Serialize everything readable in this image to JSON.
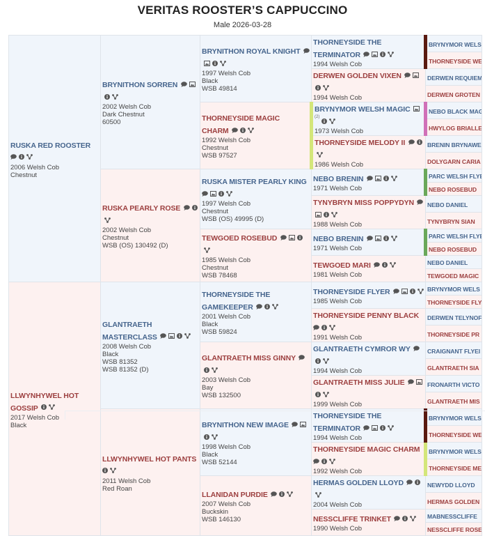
{
  "header": {
    "title": "VERITAS ROOSTER’S CAPPUCCINO",
    "subtitle": "Male 2026-03-28"
  },
  "colors": {
    "male_bg": "#f0f5fb",
    "female_bg": "#fdf1f0",
    "male_name": "#46658d",
    "female_name": "#9c3f3f"
  },
  "gen1": [
    {
      "name": "RUSKA RED ROOSTER",
      "sex": "m",
      "icons": [
        "comment",
        "info",
        "tree"
      ],
      "lines": [
        "2006 Welsh Cob",
        "Chestnut"
      ]
    },
    {
      "name": "LLWYNHYWEL HOT GOSSIP",
      "sex": "f",
      "icons": [
        "info",
        "tree"
      ],
      "lines": [
        "2017 Welsh Cob",
        "Black"
      ]
    }
  ],
  "gen2": [
    {
      "name": "BRYNITHON SORREN",
      "sex": "m",
      "icons": [
        "comment",
        "image",
        "info",
        "tree"
      ],
      "lines": [
        "2002 Welsh Cob",
        "Dark Chestnut",
        "60500"
      ]
    },
    {
      "name": "RUSKA PEARLY ROSE",
      "sex": "f",
      "icons": [
        "comment",
        "info",
        "tree"
      ],
      "lines": [
        "2002 Welsh Cob",
        "Chestnut",
        "WSB (OS) 130492 (D)"
      ]
    },
    {
      "name": "GLANTRAETH MASTERCLASS",
      "sex": "m",
      "icons": [
        "comment",
        "image",
        "info",
        "tree"
      ],
      "lines": [
        "2008 Welsh Cob",
        "Black",
        "WSB 81352",
        "WSB 81352 (D)"
      ]
    },
    {
      "name": "LLWYNHYWEL HOT PANTS",
      "sex": "f",
      "icons": [
        "info",
        "tree"
      ],
      "lines": [
        "2011 Welsh Cob",
        "Red Roan"
      ]
    }
  ],
  "gen3": [
    {
      "name": "BRYNITHON ROYAL KNIGHT",
      "sex": "m",
      "icons": [
        "comment",
        "image",
        "info",
        "tree"
      ],
      "lines": [
        "1997 Welsh Cob",
        "Black",
        "WSB 49814"
      ]
    },
    {
      "name": "THORNEYSIDE MAGIC CHARM",
      "sex": "f",
      "icons": [
        "comment",
        "info",
        "tree"
      ],
      "lines": [
        "1992 Welsh Cob",
        "Chestnut",
        "WSB 97527"
      ],
      "stripe": "#d4e67a"
    },
    {
      "name": "RUSKA MISTER PEARLY KING",
      "sex": "m",
      "icons": [
        "comment",
        "image",
        "info",
        "tree"
      ],
      "lines": [
        "1997 Welsh Cob",
        "Chestnut",
        "WSB (OS) 49995 (D)"
      ]
    },
    {
      "name": "TEWGOED ROSEBUD",
      "sex": "f",
      "icons": [
        "comment",
        "image",
        "info",
        "tree"
      ],
      "lines": [
        "1985 Welsh Cob",
        "Chestnut",
        "WSB 78468"
      ]
    },
    {
      "name": "THORNEYSIDE THE GAMEKEEPER",
      "sex": "m",
      "icons": [
        "comment",
        "info",
        "tree"
      ],
      "lines": [
        "2001 Welsh Cob",
        "Black",
        "WSB 59824"
      ]
    },
    {
      "name": "GLANTRAETH MISS GINNY",
      "sex": "f",
      "icons": [
        "comment",
        "info",
        "tree"
      ],
      "lines": [
        "2003 Welsh Cob",
        "Bay",
        "WSB 132500"
      ]
    },
    {
      "name": "BRYNITHON NEW IMAGE",
      "sex": "m",
      "icons": [
        "comment",
        "image",
        "info",
        "tree"
      ],
      "lines": [
        "1998 Welsh Cob",
        "Black",
        "WSB 52144"
      ]
    },
    {
      "name": "LLANIDAN PURDIE",
      "sex": "f",
      "icons": [
        "comment",
        "info",
        "tree"
      ],
      "lines": [
        "2007 Welsh Cob",
        "Buckskin",
        "WSB 146130"
      ]
    }
  ],
  "gen4": [
    {
      "name": "THORNEYSIDE THE TERMINATOR",
      "sex": "m",
      "icons": [
        "comment",
        "image",
        "info",
        "tree"
      ],
      "lines": [
        "1994 Welsh Cob"
      ],
      "stripe": "#5a1a10"
    },
    {
      "name": "DERWEN GOLDEN VIXEN",
      "sex": "f",
      "icons": [
        "comment",
        "image",
        "info",
        "tree"
      ],
      "lines": [
        "1994 Welsh Cob"
      ]
    },
    {
      "name": "BRYNYMOR WELSH MAGIC",
      "sex": "m",
      "icons": [
        "image",
        "info",
        "tree"
      ],
      "image_count": "(2)",
      "lines": [
        "1973 Welsh Cob"
      ],
      "stripe": "#d070b8"
    },
    {
      "name": "THORNEYSIDE MELODY II",
      "sex": "f",
      "icons": [
        "comment",
        "info",
        "tree"
      ],
      "lines": [
        "1986 Welsh Cob"
      ]
    },
    {
      "name": "NEBO BRENIN",
      "sex": "m",
      "icons": [
        "comment",
        "image",
        "info",
        "tree"
      ],
      "lines": [
        "1971 Welsh Cob"
      ],
      "stripe": "#6aa85a"
    },
    {
      "name": "TYNYBRYN MISS POPPYDYN",
      "sex": "f",
      "icons": [
        "comment",
        "image",
        "info",
        "tree"
      ],
      "lines": [
        "1988 Welsh Cob"
      ]
    },
    {
      "name": "NEBO BRENIN",
      "sex": "m",
      "icons": [
        "comment",
        "image",
        "info",
        "tree"
      ],
      "lines": [
        "1971 Welsh Cob"
      ],
      "stripe": "#6aa85a"
    },
    {
      "name": "TEWGOED MARI",
      "sex": "f",
      "icons": [
        "comment",
        "info",
        "tree"
      ],
      "lines": [
        "1981 Welsh Cob"
      ]
    },
    {
      "name": "THORNEYSIDE FLYER",
      "sex": "m",
      "icons": [
        "comment",
        "image",
        "info",
        "tree"
      ],
      "lines": [
        "1985 Welsh Cob"
      ]
    },
    {
      "name": "THORNEYSIDE PENNY BLACK",
      "sex": "f",
      "icons": [
        "comment",
        "info",
        "tree"
      ],
      "lines": [
        "1991 Welsh Cob"
      ]
    },
    {
      "name": "GLANTRAETH CYMROR WY",
      "sex": "m",
      "icons": [
        "comment",
        "info",
        "tree"
      ],
      "lines": [
        "1994 Welsh Cob"
      ]
    },
    {
      "name": "GLANTRAETH MISS JULIE",
      "sex": "f",
      "icons": [
        "comment",
        "image",
        "info",
        "tree"
      ],
      "lines": [
        "1999 Welsh Cob"
      ]
    },
    {
      "name": "THORNEYSIDE THE TERMINATOR",
      "sex": "m",
      "icons": [
        "comment",
        "image",
        "info",
        "tree"
      ],
      "lines": [
        "1994 Welsh Cob"
      ],
      "stripe": "#5a1a10"
    },
    {
      "name": "THORNEYSIDE MAGIC CHARM",
      "sex": "f",
      "icons": [
        "comment",
        "info",
        "tree"
      ],
      "lines": [
        "1992 Welsh Cob"
      ],
      "stripe": "#d4e67a"
    },
    {
      "name": "HERMAS GOLDEN LLOYD",
      "sex": "m",
      "icons": [
        "comment",
        "info",
        "tree"
      ],
      "lines": [
        "2004 Welsh Cob"
      ]
    },
    {
      "name": "NESSCLIFFE TRINKET",
      "sex": "f",
      "icons": [
        "comment",
        "info",
        "tree"
      ],
      "lines": [
        "1990 Welsh Cob"
      ]
    }
  ],
  "gen5": [
    {
      "name": "BRYNYMOR WELS",
      "sex": "m"
    },
    {
      "name": "THORNEYSIDE WE",
      "sex": "f"
    },
    {
      "name": "DERWEN REQUIEM",
      "sex": "m"
    },
    {
      "name": "DERWEN GROTEN",
      "sex": "f"
    },
    {
      "name": "NEBO BLACK MAG",
      "sex": "m"
    },
    {
      "name": "HWYLOG BRIALLE",
      "sex": "f"
    },
    {
      "name": "BRENIN BRYNAWE",
      "sex": "m"
    },
    {
      "name": "DOLYGARN CARIA",
      "sex": "f"
    },
    {
      "name": "PARC WELSH FLYE",
      "sex": "m"
    },
    {
      "name": "NEBO ROSEBUD",
      "sex": "f"
    },
    {
      "name": "NEBO DANIEL",
      "sex": "m"
    },
    {
      "name": "TYNYBRYN SIAN",
      "sex": "f"
    },
    {
      "name": "PARC WELSH FLYE",
      "sex": "m"
    },
    {
      "name": "NEBO ROSEBUD",
      "sex": "f"
    },
    {
      "name": "NEBO DANIEL",
      "sex": "m"
    },
    {
      "name": "TEWGOED MAGIC",
      "sex": "f"
    },
    {
      "name": "BRYNYMOR WELS",
      "sex": "m"
    },
    {
      "name": "THORNEYSIDE FLY",
      "sex": "f"
    },
    {
      "name": "DERWEN TELYNOF",
      "sex": "m"
    },
    {
      "name": "THORNEYSIDE PR",
      "sex": "f"
    },
    {
      "name": "CRAIGNANT FLYEI",
      "sex": "m"
    },
    {
      "name": "GLANTRAETH SIA",
      "sex": "f"
    },
    {
      "name": "FRONARTH VICTO",
      "sex": "m"
    },
    {
      "name": "GLANTRAETH MIS",
      "sex": "f"
    },
    {
      "name": "BRYNYMOR WELS",
      "sex": "m"
    },
    {
      "name": "THORNEYSIDE WE",
      "sex": "f"
    },
    {
      "name": "BRYNYMOR WELS",
      "sex": "m"
    },
    {
      "name": "THORNEYSIDE ME",
      "sex": "f"
    },
    {
      "name": "NEWYDD LLOYD",
      "sex": "m"
    },
    {
      "name": "HERMAS GOLDEN",
      "sex": "f"
    },
    {
      "name": "MABNESSCLIFFE",
      "sex": "m"
    },
    {
      "name": "NESSCLIFFE ROSE",
      "sex": "f"
    }
  ]
}
